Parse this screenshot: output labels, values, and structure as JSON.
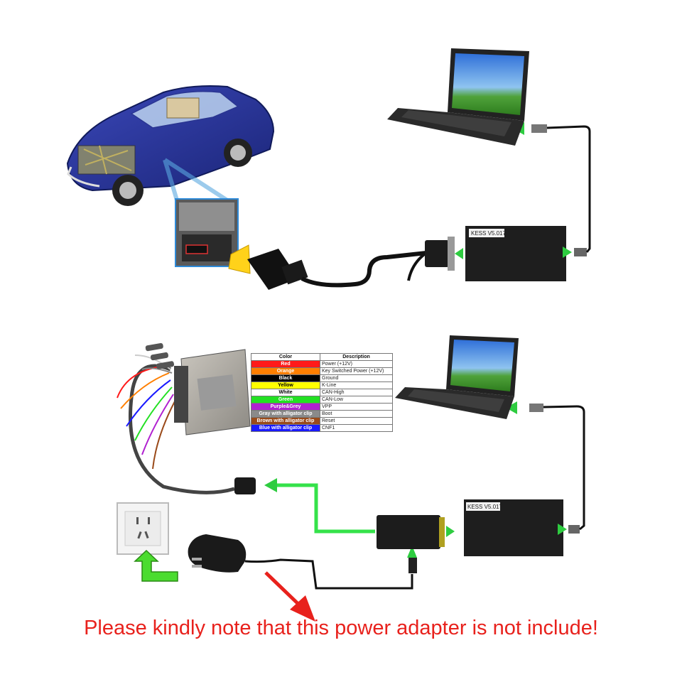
{
  "device": {
    "label": "KESS V5.017"
  },
  "wire_table": {
    "headers": {
      "color": "Color",
      "description": "Description"
    },
    "rows": [
      {
        "color": "Red",
        "description": "Power (+12V)",
        "bg": "#ff1a1a",
        "fg": "#ffffff"
      },
      {
        "color": "Orange",
        "description": "Key Switched Power (+12V)",
        "bg": "#ff7f00",
        "fg": "#ffffff"
      },
      {
        "color": "Black",
        "description": "Ground",
        "bg": "#000000",
        "fg": "#ffffff"
      },
      {
        "color": "Yellow",
        "description": "K-Line",
        "bg": "#ffff00",
        "fg": "#000000"
      },
      {
        "color": "White",
        "description": "CAN-High",
        "bg": "#ffffff",
        "fg": "#000000"
      },
      {
        "color": "Green",
        "description": "CAN-Low",
        "bg": "#22e022",
        "fg": "#ffffff"
      },
      {
        "color": "Purple&Grey",
        "description": "VPP",
        "bg": "#b020d0",
        "fg": "#ffffff"
      },
      {
        "color": "Gray with alligator clip",
        "description": "Boot",
        "bg": "#8a8a8a",
        "fg": "#ffffff"
      },
      {
        "color": "Brown with alligator clip",
        "description": "Reset",
        "bg": "#9a4a1a",
        "fg": "#ffffff"
      },
      {
        "color": "Blue with alligator clip",
        "description": "CNF1",
        "bg": "#1a1aff",
        "fg": "#ffffff"
      }
    ]
  },
  "note": {
    "text": "Please kindly note that this power adapter is not include!"
  },
  "colors": {
    "note_text": "#e8211c",
    "green_arrow": "#2ecc40",
    "green_cable": "#35e24a",
    "device_body": "#1e1e1e"
  },
  "icons": [
    "car-cutaway-icon",
    "laptop-icon",
    "obd-connector-icon",
    "ecu-module-icon",
    "wall-socket-icon",
    "power-adapter-icon",
    "green-arrow-icon",
    "red-arrow-icon"
  ]
}
